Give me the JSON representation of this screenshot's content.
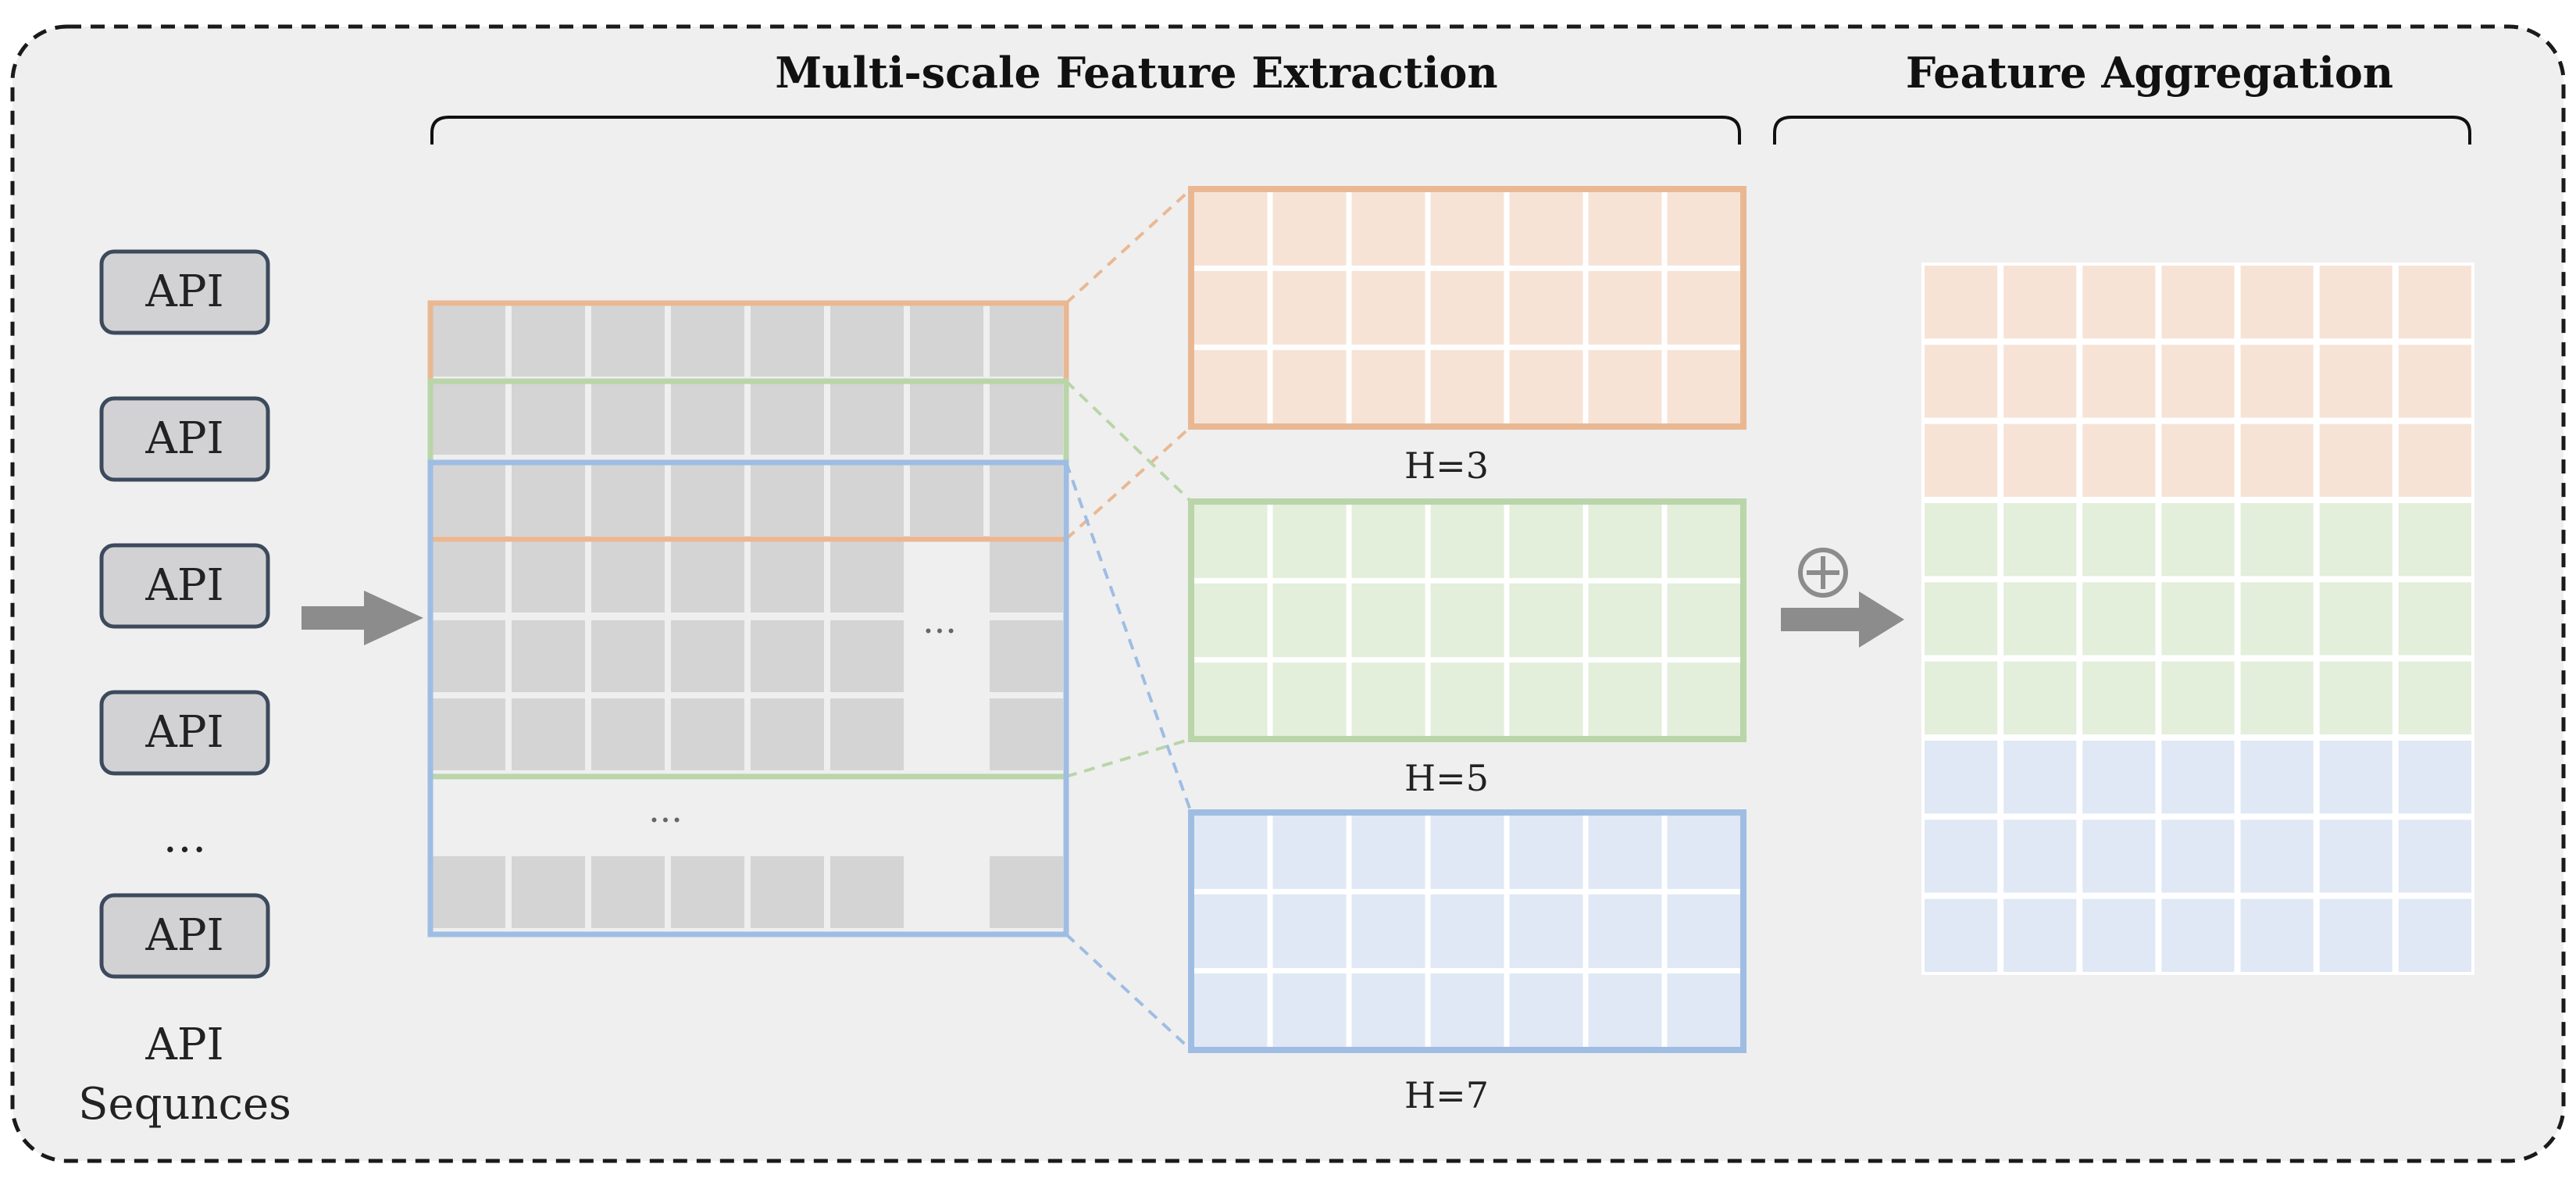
{
  "titles": {
    "extraction": "Multi-scale Feature Extraction",
    "aggregation": "Feature Aggregation"
  },
  "api": {
    "box_label": "API",
    "ellipsis": "…",
    "caption_line1": "API",
    "caption_line2": "Sequnces"
  },
  "matrix": {
    "ellipsis": "..."
  },
  "windows": [
    {
      "label": "H=3",
      "color": "#e9b893",
      "fill": "#f7e3d6"
    },
    {
      "label": "H=5",
      "color": "#b9d5a9",
      "fill": "#e3eedb"
    },
    {
      "label": "H=7",
      "color": "#9fbde3",
      "fill": "#dfe8f4"
    }
  ],
  "operator": "⊕",
  "colors": {
    "panel_bg": "#efefef",
    "cell_gray": "#d4d4d4",
    "arrow_gray": "#8c8c8c",
    "api_box_fill": "#d2d2d4",
    "api_box_stroke": "#3d4a5c"
  }
}
